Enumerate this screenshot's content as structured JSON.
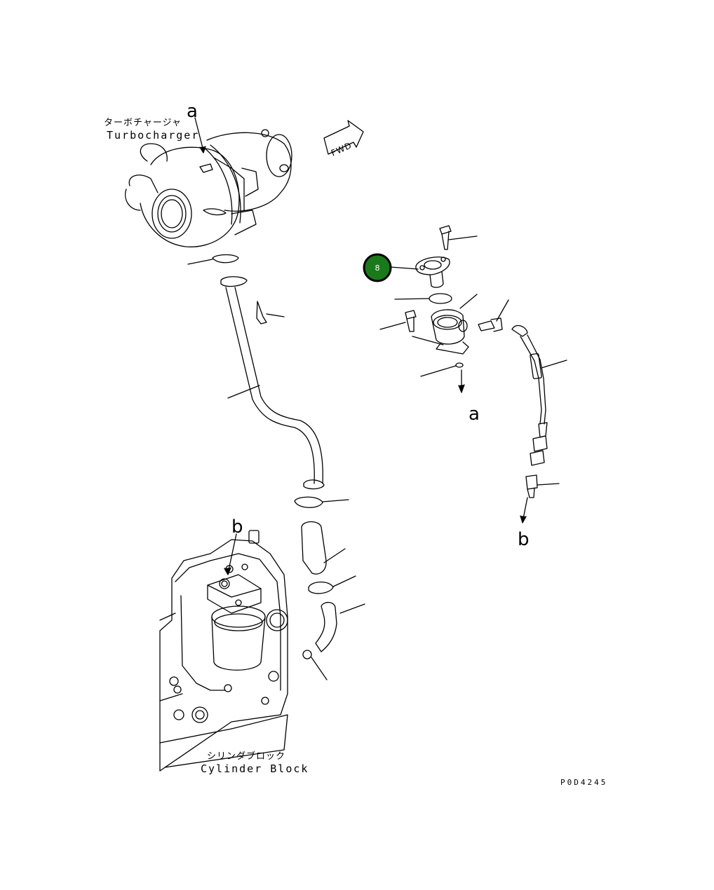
{
  "labels": {
    "turbocharger_jp": "ターボチャージャ",
    "turbocharger_en": "Turbocharger",
    "cylinder_block_jp": "シリンダブロック",
    "cylinder_block_en": "Cylinder Block",
    "fwd": "FWD",
    "ref_a_top": "a",
    "ref_a_arrow": "a",
    "ref_b_top": "b",
    "ref_b_arrow": "b",
    "drawing_code": "P0D4245"
  },
  "callout": {
    "number": "8",
    "fill_color": "#1a7a1a",
    "ring_color": "#000000"
  }
}
